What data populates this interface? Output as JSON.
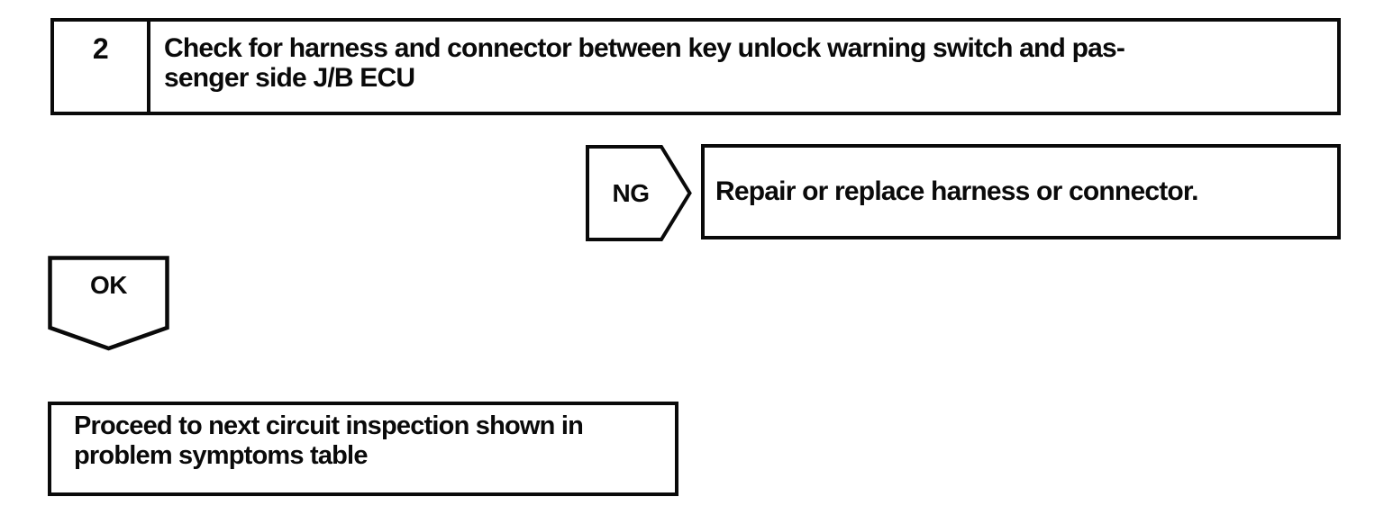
{
  "page": {
    "background_color": "#ffffff",
    "ink_color": "#0a0a0a"
  },
  "flowchart": {
    "step_box": {
      "number": "2",
      "title_lines": [
        "Check for harness and connector between key unlock warning switch and pas-",
        "senger side J/B ECU"
      ]
    },
    "ng_branch": {
      "connector_label": "NG",
      "result_text": "Repair or replace harness or connector."
    },
    "ok_branch": {
      "connector_label": "OK",
      "result_lines": [
        "Proceed to next circuit inspection shown in",
        "problem symptoms table"
      ]
    }
  }
}
